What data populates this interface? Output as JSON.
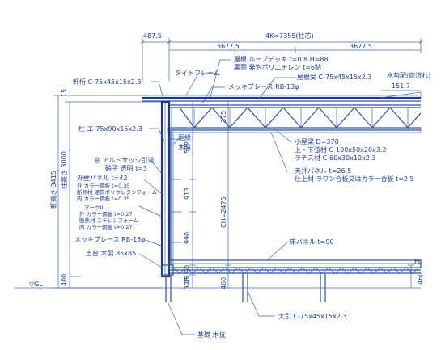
{
  "dimensions": {
    "overhang_left": "487.5",
    "total_span": "4K=7355(柱芯)",
    "half_span_left": "3677.5",
    "half_span_right": "3677.5",
    "slope": "水勾配(両流れ)",
    "slope_value": "151.7",
    "ch": "CH=2475",
    "eave_height": "軒高さ 3415",
    "column_height": "柱高さ 3000",
    "d_15": "15",
    "d_375": "375",
    "d_572": "572",
    "d_913": "913",
    "d_990": "990",
    "d_90": "90",
    "d_45": "45",
    "d_325": "325",
    "d_460": "460",
    "d_400": "400",
    "d_460_right": "460",
    "fl": "FL",
    "gl": "▽GL"
  },
  "labels": {
    "roof_line1": "屋根 ループデッキ t=0.8 H=88",
    "roof_line2": "裏面 発泡ポリエチレン t=6貼",
    "tight_frame": "タイトフレーム",
    "roof_purlin": "屋根受 C-75x45x15x2.3",
    "eave_beam": "軒桁 C-75x45x15x2.3",
    "brace_top": "メッキブレース RB-13φ",
    "column": "柱 エ-75x90x15x2.3",
    "edge": "廻縁",
    "edge_wood": "木製",
    "small_beam1": "小屋梁 D=370",
    "small_beam2": "上・下弦材 C-100x50x20x3.2",
    "small_beam3": "ラチス材 C-60x30x10x2.3",
    "ceiling1": "天井パネル t=26.5",
    "ceiling2": "仕上材 ラワン合板又はカラー合板 t=2.5",
    "window1": "窓 アルミサッシ引違",
    "window2": "硝子 透明 t=3",
    "wall_panel1": "外壁パネル t=42",
    "wall_panel2": "外 カラー鋼板 t=0.35",
    "wall_panel3": "断熱材 硬質ポリウレタンフォーム",
    "wall_panel4": "内 カラー鋼板 t=0.35",
    "mark_panel1": "マークII",
    "mark_panel2": "外 カラー鋼板 t=0.27",
    "mark_panel3": "断熱材 ステレンフォーム",
    "mark_panel4": "内 カラー鋼板 t=0.27",
    "brace_bottom": "メッキブレース RB-13φ",
    "sill": "土台 木製 85x85",
    "floor_panel": "床パネル t=90",
    "big_beam": "大引 C-75x45x15x2.3",
    "foundation": "基礎 木抗"
  }
}
